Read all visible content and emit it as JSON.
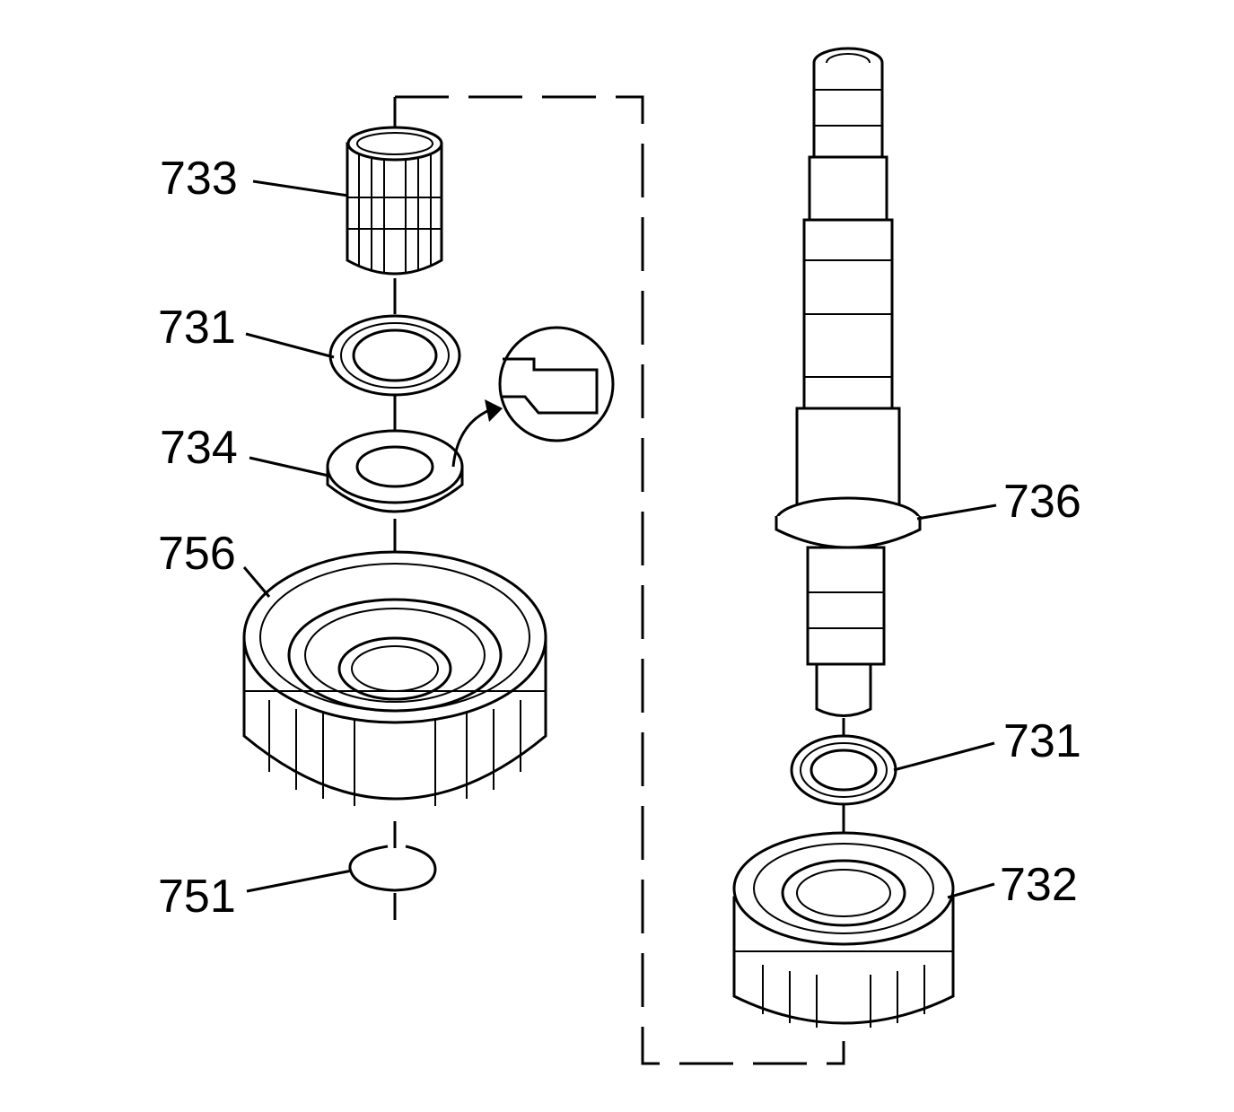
{
  "callouts": {
    "c733": "733",
    "c731_left": "731",
    "c734": "734",
    "c756": "756",
    "c751": "751",
    "c736": "736",
    "c731_right": "731",
    "c732": "732"
  },
  "colors": {
    "line": "#000000",
    "background": "#ffffff"
  }
}
